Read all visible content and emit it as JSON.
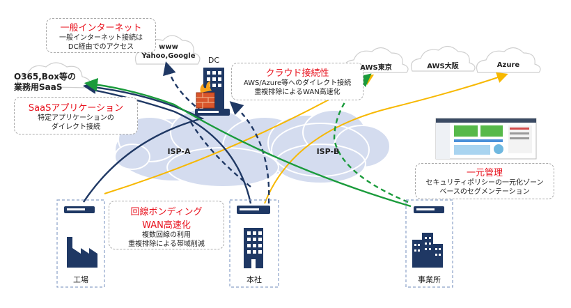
{
  "internet": {
    "title": "一般インターネット",
    "desc1": "一般インターネット接続は",
    "desc2": "DC経由でのアクセス"
  },
  "cloud_web": {
    "line1": "www",
    "line2": "Yahoo,Google"
  },
  "dc_label": "DC",
  "saas_cloud": {
    "line1": "O365,Box等の",
    "line2": "業務用SaaS"
  },
  "saas_box": {
    "title": "SaaSアプリケーション",
    "desc1": "特定アプリケーションの",
    "desc2": "ダイレクト接続"
  },
  "cloud_box": {
    "title": "クラウド接続性",
    "desc1": "AWS/Azure等へのダイレクト接続",
    "desc2": "重複排除によるWAN高速化"
  },
  "clouds_right": [
    "AWS東京",
    "AWS大阪",
    "Azure"
  ],
  "isp": [
    "ISP-A",
    "ISP-B"
  ],
  "mgmt_box": {
    "title": "一元管理",
    "desc1": "セキュリティポリシーの一元化ゾーン",
    "desc2": "ベースのセグメンテーション"
  },
  "bond_box": {
    "title1": "回線ボンディング",
    "title2": "WAN高速化",
    "desc1": "複数回線の利用",
    "desc2": "重複排除による帯域削減"
  },
  "sites": [
    "工場",
    "本社",
    "事業所"
  ],
  "colors": {
    "navy": "#1f3864",
    "green": "#1a9b3b",
    "yellow": "#f7b800",
    "red": "#e8101c",
    "cloud_fill": "#d4dcef"
  }
}
